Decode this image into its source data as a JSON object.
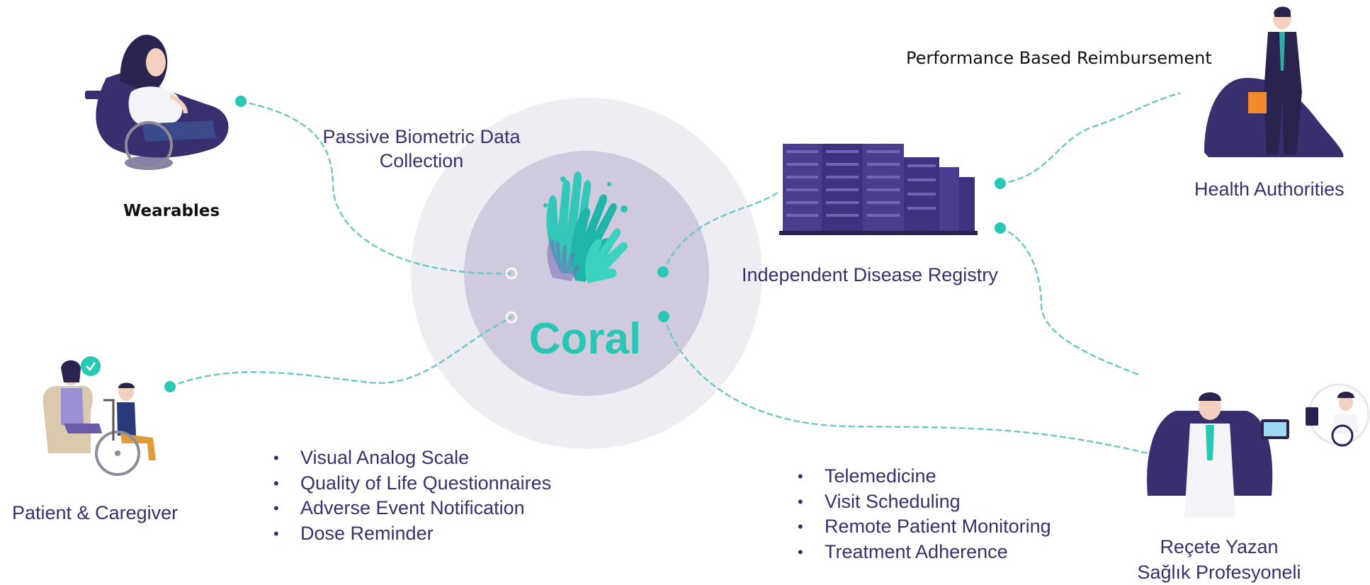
{
  "center": {
    "brand": "Coral"
  },
  "nodes": {
    "wearables": "Wearables",
    "passive_data": [
      "Passive Biometric Data",
      "Collection"
    ],
    "registry": "Independent Disease Registry",
    "reimbursement": "Performance Based Reimbursement",
    "health_authorities": "Health Authorities",
    "patient_caregiver": "Patient & Caregiver",
    "prescriber": [
      "Reçete Yazan",
      "Sağlık Profesyoneli"
    ]
  },
  "patient_features": [
    "Visual Analog Scale",
    "Quality of Life Questionnaires",
    "Adverse Event Notification",
    "Dose Reminder"
  ],
  "clinician_features": [
    "Telemedicine",
    "Visit Scheduling",
    "Remote Patient Monitoring",
    "Treatment Adherence"
  ],
  "colors": {
    "teal": "#27c9b4",
    "purple": "#3a2f6e",
    "outer_circle": "#eeedf3",
    "inner_circle": "#cfcadd"
  },
  "icons": [
    "wearable-user-illustration",
    "server-rack-illustration",
    "official-person-illustration",
    "patient-caregiver-illustration",
    "doctor-telehealth-illustration",
    "coral-hands-logo"
  ]
}
